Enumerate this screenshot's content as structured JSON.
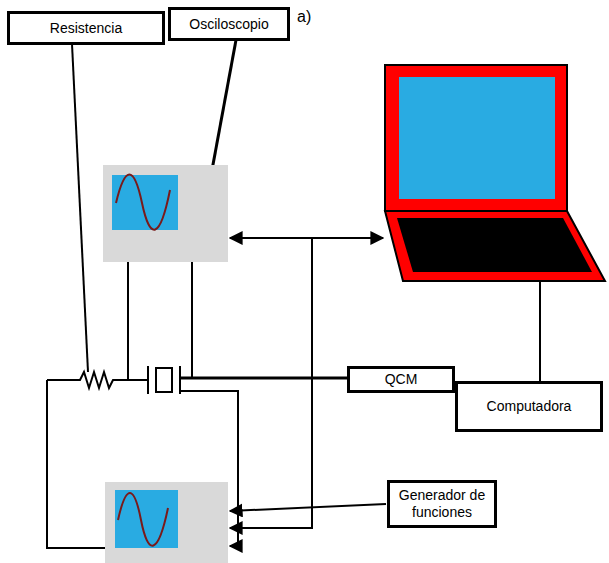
{
  "diagram": {
    "nodes": [
      {
        "text": [
          "Resistencia"
        ]
      },
      {
        "text": [
          "Osciloscopio"
        ]
      },
      {
        "text": [
          "QCM"
        ]
      },
      {
        "text": [
          "Computadora"
        ]
      },
      {
        "text": [
          "Generador de funciones"
        ]
      }
    ],
    "labels": [
      "a)"
    ]
  }
}
